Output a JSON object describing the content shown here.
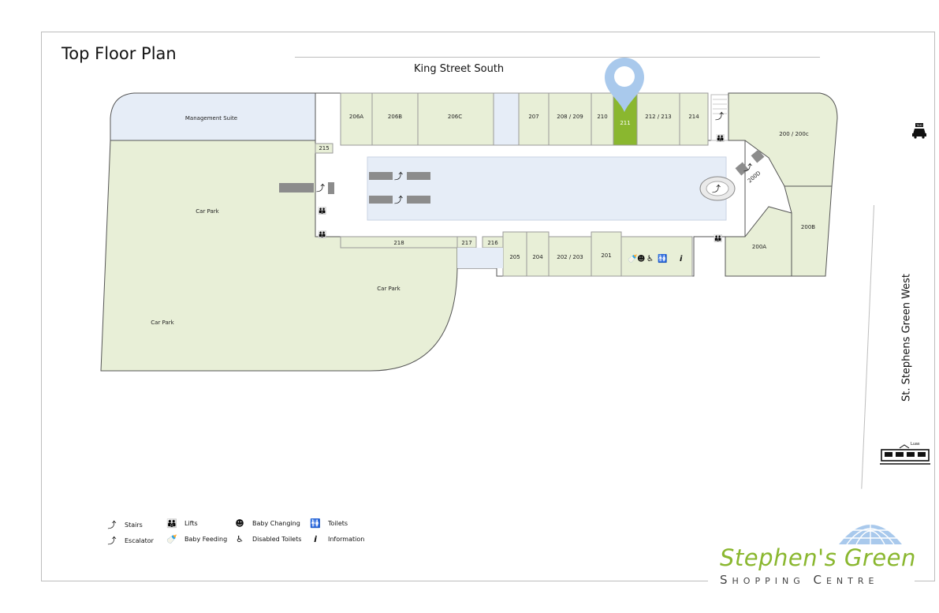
{
  "page": {
    "title": "Top Floor Plan"
  },
  "streets": {
    "top": "King Street South",
    "right": "St. Stephens Green West"
  },
  "map": {
    "highlighted_unit": "211",
    "colors": {
      "unit_fill": "#e8efd7",
      "corridor_fill": "#e6edf7",
      "highlight_fill": "#8ab72f",
      "pin_fill": "#a9c9ec",
      "escalator_grey": "#8c8c8c"
    },
    "units": [
      {
        "id": "mgmt",
        "label": "Management Suite"
      },
      {
        "id": "206a",
        "label": "206A"
      },
      {
        "id": "206b",
        "label": "206B"
      },
      {
        "id": "206c",
        "label": "206C"
      },
      {
        "id": "207",
        "label": "207"
      },
      {
        "id": "208",
        "label": "208 / 209"
      },
      {
        "id": "210",
        "label": "210"
      },
      {
        "id": "211",
        "label": "211"
      },
      {
        "id": "212",
        "label": "212 / 213"
      },
      {
        "id": "214",
        "label": "214"
      },
      {
        "id": "200",
        "label": "200 / 200c"
      },
      {
        "id": "200d",
        "label": "200D"
      },
      {
        "id": "200b",
        "label": "200B"
      },
      {
        "id": "200a",
        "label": "200A"
      },
      {
        "id": "215",
        "label": "215"
      },
      {
        "id": "218",
        "label": "218"
      },
      {
        "id": "217",
        "label": "217"
      },
      {
        "id": "216",
        "label": "216"
      },
      {
        "id": "205",
        "label": "205"
      },
      {
        "id": "204",
        "label": "204"
      },
      {
        "id": "202",
        "label": "202 / 203"
      },
      {
        "id": "201",
        "label": "201"
      },
      {
        "id": "carpark1",
        "label": "Car Park"
      },
      {
        "id": "carpark2",
        "label": "Car Park"
      },
      {
        "id": "carpark3",
        "label": "Car Park"
      }
    ]
  },
  "legend": [
    {
      "icon": "stairs-icon",
      "label": "Stairs"
    },
    {
      "icon": "escalator-icon",
      "label": "Escalator"
    },
    {
      "icon": "lifts-icon",
      "label": "Lifts"
    },
    {
      "icon": "baby-feeding-icon",
      "label": "Baby Feeding"
    },
    {
      "icon": "baby-changing-icon",
      "label": "Baby Changing"
    },
    {
      "icon": "disabled-toilets-icon",
      "label": "Disabled Toilets"
    },
    {
      "icon": "toilets-icon",
      "label": "Toilets"
    },
    {
      "icon": "information-icon",
      "label": "Information"
    }
  ],
  "transport": {
    "taxi": "TAXI",
    "luas": "Luas"
  },
  "logo": {
    "name": "Stephen's Green",
    "subtitle": "Shopping Centre"
  }
}
